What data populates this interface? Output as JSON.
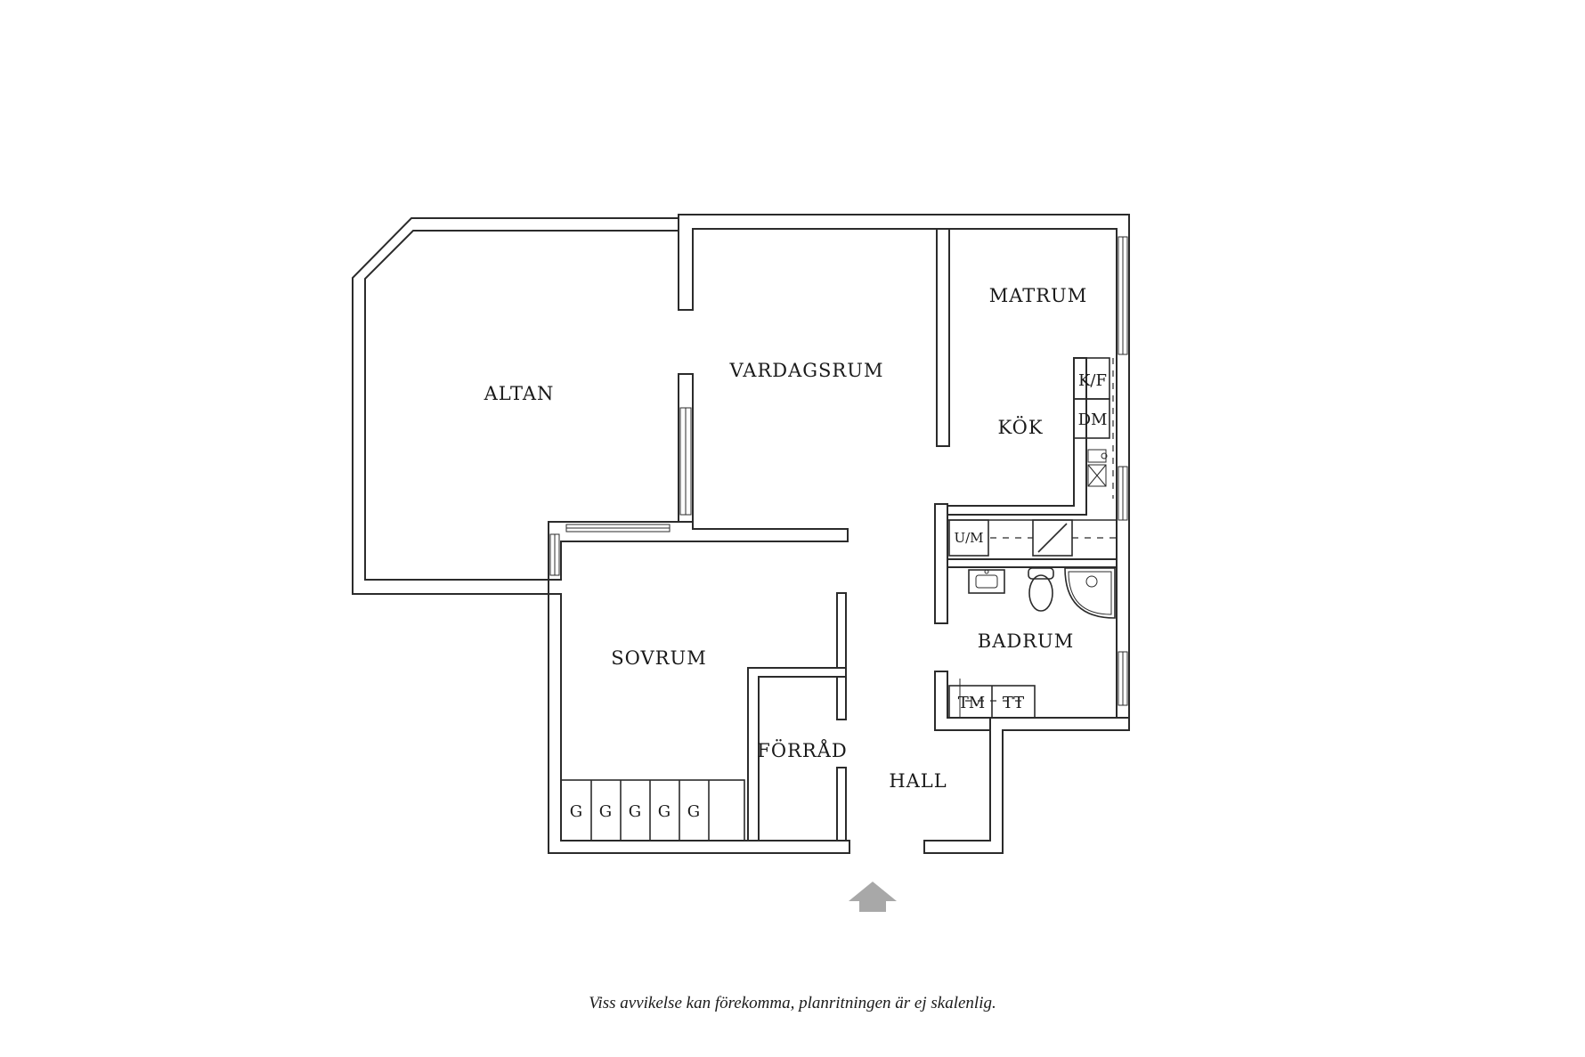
{
  "rooms": {
    "altan": "ALTAN",
    "vardagsrum": "VARDAGSRUM",
    "matrum": "MATRUM",
    "kok": "KÖK",
    "sovrum": "SOVRUM",
    "badrum": "BADRUM",
    "forrad": "FÖRRÅD",
    "hall": "HALL"
  },
  "fixtures": {
    "fridge_freezer": "K/F",
    "dishwasher": "DM",
    "microwave_oven": "U/M",
    "washing_machine": "TM",
    "tumble_dryer": "TT",
    "wardrobes": [
      "G",
      "G",
      "G",
      "G",
      "G"
    ]
  },
  "entrance_icon": "entrance-arrow-icon",
  "colors": {
    "walls": "#2b2b2b",
    "arrow": "#a8a8a8",
    "background": "#ffffff"
  },
  "disclaimer": "Viss avvikelse kan förekomma, planritningen är ej skalenlig."
}
